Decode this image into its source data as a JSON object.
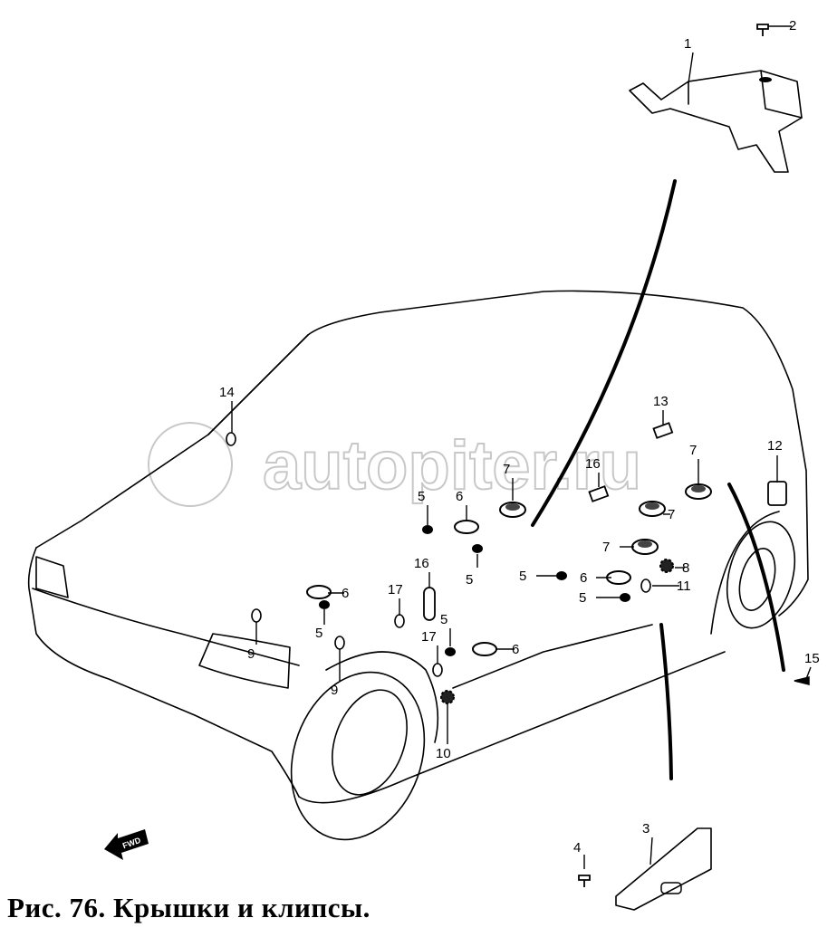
{
  "caption": "Рис. 76. Крышки и клипсы.",
  "watermark": "autopiter.ru",
  "direction_arrow": "FWD",
  "callouts": [
    "1",
    "2",
    "3",
    "4",
    "5",
    "5",
    "5",
    "5",
    "5",
    "5",
    "6",
    "6",
    "6",
    "6",
    "7",
    "7",
    "7",
    "7",
    "8",
    "9",
    "9",
    "10",
    "11",
    "12",
    "13",
    "14",
    "15",
    "16",
    "16",
    "17",
    "17"
  ]
}
